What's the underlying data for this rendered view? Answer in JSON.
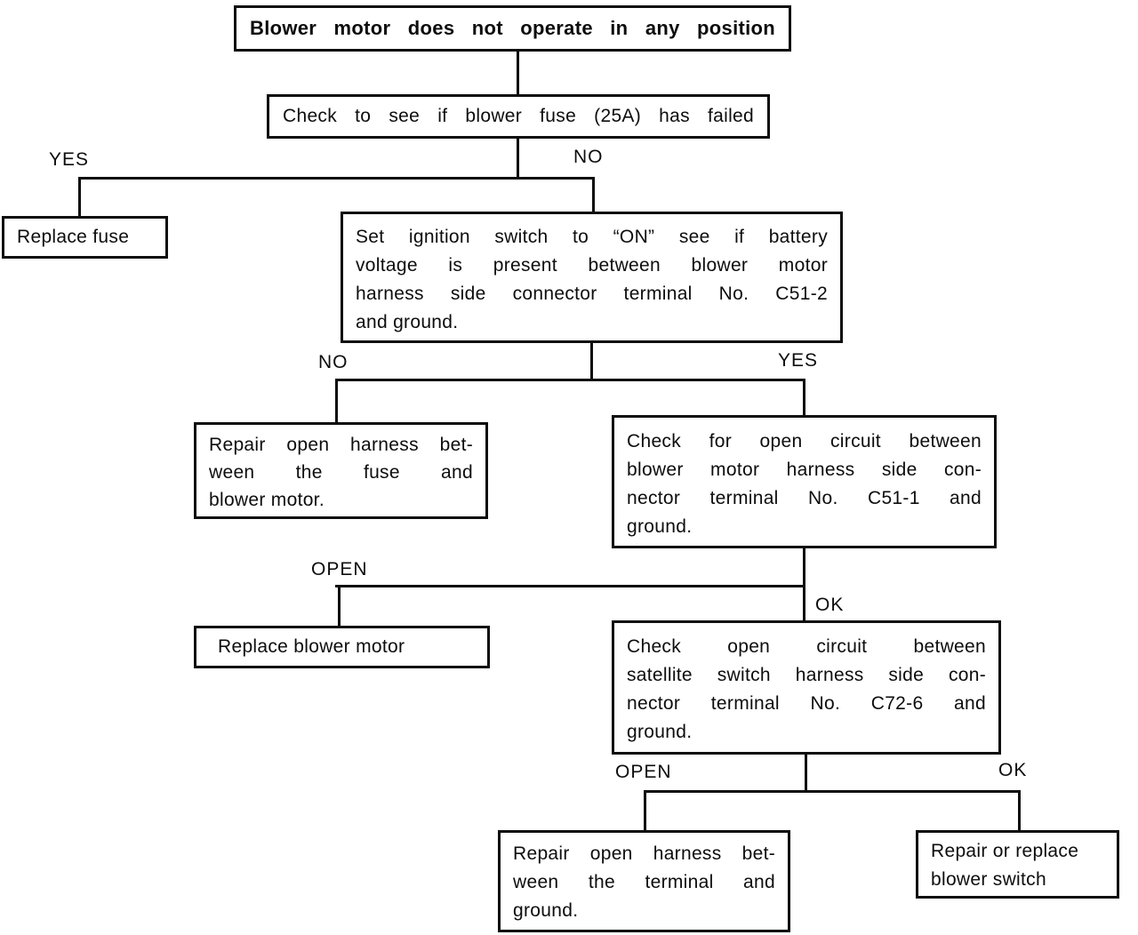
{
  "diagram": {
    "kind": "troubleshooting-flowchart",
    "colors": {
      "line": "#0d0d0d",
      "background": "#ffffff",
      "text": "#0d0d0d"
    },
    "nodes": {
      "start": {
        "text": "Blower motor does not operate in any position"
      },
      "check_fuse": {
        "text": "Check to see if blower fuse (25A) has failed"
      },
      "replace_fuse": {
        "text": "Replace fuse"
      },
      "check_voltage": {
        "lines": [
          "Set ignition switch to “ON” see if battery",
          "voltage is present between blower motor",
          "harness side connector terminal No. C51-2",
          "and ground."
        ]
      },
      "repair_fuse_harness": {
        "lines": [
          "Repair open harness bet-",
          "ween the fuse and",
          "blower motor."
        ]
      },
      "check_c51_1": {
        "lines": [
          "Check for open circuit between",
          "blower motor harness side con-",
          "nector terminal No. C51-1 and",
          "ground."
        ]
      },
      "replace_blower_motor": {
        "text": "Replace blower motor"
      },
      "check_c72_6": {
        "lines": [
          "Check open circuit between",
          "satellite switch harness side con-",
          "nector terminal No. C72-6 and",
          "ground."
        ]
      },
      "repair_ground_harness": {
        "lines": [
          "Repair open harness bet-",
          "ween the terminal and",
          "ground."
        ]
      },
      "repair_switch": {
        "lines": [
          "Repair or replace",
          "blower switch"
        ]
      }
    },
    "labels": {
      "yes1": "YES",
      "no1": "NO",
      "no2": "NO",
      "yes2": "YES",
      "open1": "OPEN",
      "ok1": "OK",
      "open2": "OPEN",
      "ok2": "OK"
    }
  }
}
